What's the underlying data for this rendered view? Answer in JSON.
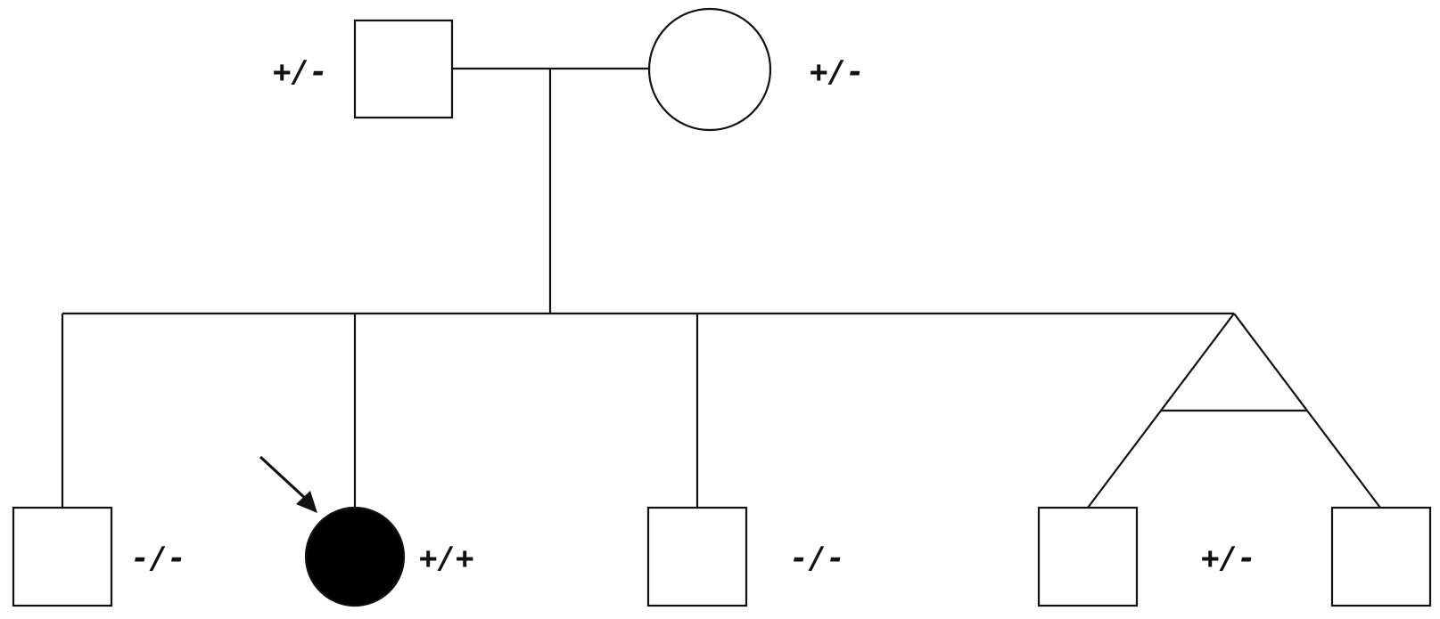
{
  "pedigree": {
    "generation1": {
      "father": {
        "sex": "male",
        "affected": false,
        "genotype": "+/-"
      },
      "mother": {
        "sex": "female",
        "affected": false,
        "genotype": "+/-"
      }
    },
    "generation2": {
      "child1": {
        "sex": "male",
        "affected": false,
        "genotype": "-/-"
      },
      "child2": {
        "sex": "female",
        "affected": true,
        "proband": true,
        "genotype": "+/+"
      },
      "child3": {
        "sex": "male",
        "affected": false,
        "genotype": "-/-"
      },
      "twins": {
        "type": "monozygotic",
        "twin1": {
          "sex": "male",
          "affected": false
        },
        "twin2": {
          "sex": "male",
          "affected": false
        },
        "genotype": "+/-"
      }
    },
    "colors": {
      "line": "#111111",
      "affected_fill": "#000000",
      "unaffected_fill": "#ffffff"
    }
  }
}
